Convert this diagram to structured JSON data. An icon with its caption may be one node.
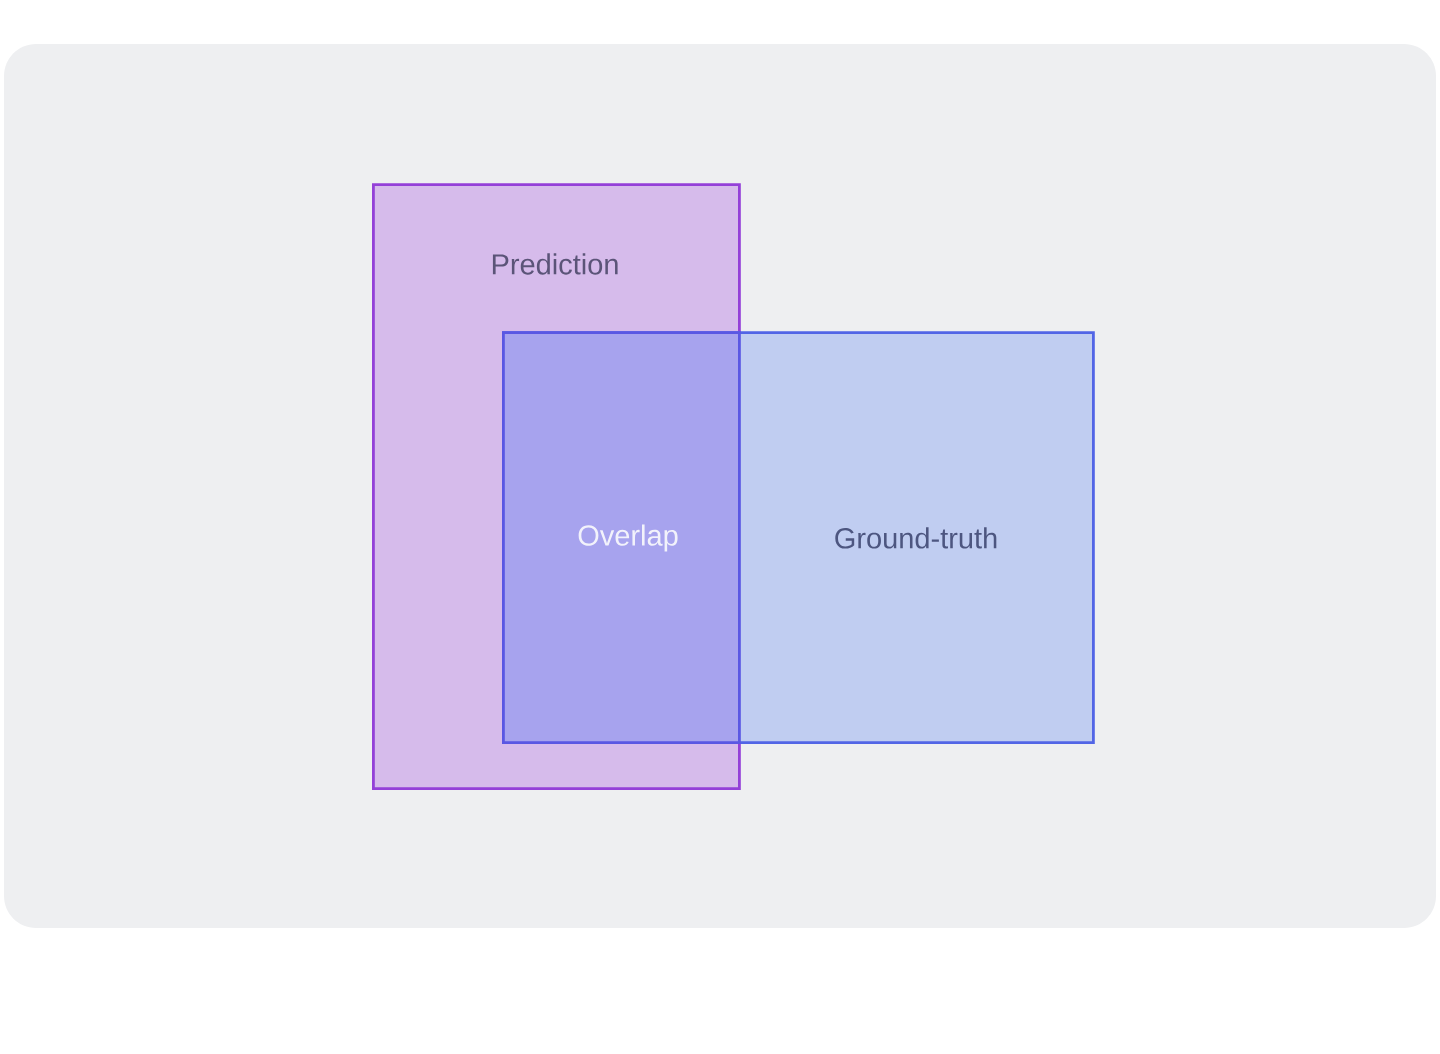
{
  "diagram": {
    "nodes": [
      {
        "text": [
          "Prediction"
        ]
      },
      {
        "text": [
          "Overlap"
        ]
      },
      {
        "text": [
          "Ground-truth"
        ]
      }
    ]
  }
}
